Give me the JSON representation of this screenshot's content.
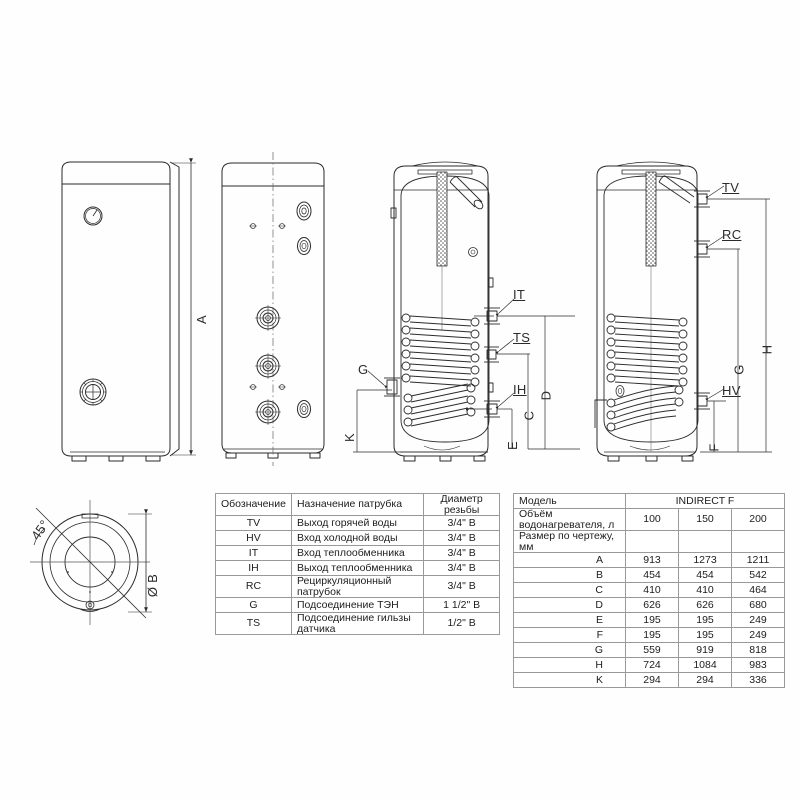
{
  "drawing": {
    "views": [
      {
        "name": "front-view",
        "dimension_labels": [
          "A"
        ]
      },
      {
        "name": "rear-view",
        "dimension_labels": []
      },
      {
        "name": "section-view-left",
        "dimension_labels": [
          "IT",
          "TS",
          "IH",
          "G",
          "K",
          "D",
          "C",
          "E"
        ]
      },
      {
        "name": "section-view-right",
        "dimension_labels": [
          "TV",
          "RC",
          "HV",
          "H",
          "G",
          "F"
        ]
      },
      {
        "name": "top-view",
        "dimension_labels": [
          "45°",
          "Ø B"
        ]
      }
    ],
    "callouts": {
      "A": "A",
      "B": "Ø B",
      "C": "C",
      "D": "D",
      "E": "E",
      "F": "F",
      "G": "G",
      "H": "H",
      "K": "K",
      "IT": "IT",
      "IH": "IH",
      "TS": "TS",
      "TV": "TV",
      "RC": "RC",
      "HV": "HV",
      "angle": "45°"
    }
  },
  "table_ports": {
    "headers": [
      "Обозначение",
      "Назначение патрубка",
      "Диаметр резьбы"
    ],
    "rows": [
      {
        "code": "TV",
        "purpose": "Выход горячей воды",
        "thread": "3/4\" В"
      },
      {
        "code": "HV",
        "purpose": "Вход холодной воды",
        "thread": "3/4\" В"
      },
      {
        "code": "IT",
        "purpose": "Вход теплообменника",
        "thread": "3/4\" В"
      },
      {
        "code": "IH",
        "purpose": "Выход теплообменника",
        "thread": "3/4\" В"
      },
      {
        "code": "RC",
        "purpose": "Рециркуляционный патрубок",
        "thread": "3/4\" В"
      },
      {
        "code": "G",
        "purpose": "Подсоединение ТЭН",
        "thread": "1 1/2\" В"
      },
      {
        "code": "TS",
        "purpose": "Подсоединение гильзы датчика",
        "thread": "1/2\" В"
      }
    ]
  },
  "table_models": {
    "model_label": "Модель",
    "model_name": "INDIRECT F",
    "volume_label": "Объём водонагревателя, л",
    "volumes": [
      "100",
      "150",
      "200"
    ],
    "size_label": "Размер по чертежу, мм",
    "rows": [
      {
        "dim": "A",
        "values": [
          "913",
          "1273",
          "1211"
        ]
      },
      {
        "dim": "B",
        "values": [
          "454",
          "454",
          "542"
        ]
      },
      {
        "dim": "C",
        "values": [
          "410",
          "410",
          "464"
        ]
      },
      {
        "dim": "D",
        "values": [
          "626",
          "626",
          "680"
        ]
      },
      {
        "dim": "E",
        "values": [
          "195",
          "195",
          "249"
        ]
      },
      {
        "dim": "F",
        "values": [
          "195",
          "195",
          "249"
        ]
      },
      {
        "dim": "G",
        "values": [
          "559",
          "919",
          "818"
        ]
      },
      {
        "dim": "H",
        "values": [
          "724",
          "1084",
          "983"
        ]
      },
      {
        "dim": "K",
        "values": [
          "294",
          "294",
          "336"
        ]
      }
    ]
  },
  "colors": {
    "line": "#2b2b2b",
    "thin": "#555555",
    "background": "#fefefe"
  }
}
